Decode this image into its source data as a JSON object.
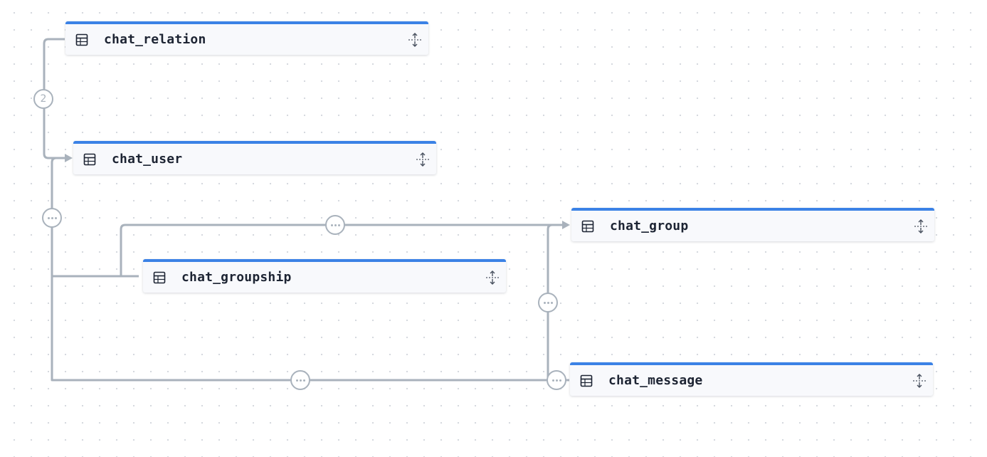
{
  "tables": [
    {
      "id": "chat_relation",
      "name": "chat_relation"
    },
    {
      "id": "chat_user",
      "name": "chat_user"
    },
    {
      "id": "chat_group",
      "name": "chat_group"
    },
    {
      "id": "chat_groupship",
      "name": "chat_groupship"
    },
    {
      "id": "chat_message",
      "name": "chat_message"
    }
  ],
  "edges": [
    {
      "from": "chat_relation",
      "to": "chat_user",
      "badge": "2"
    },
    {
      "from": "chat_groupship",
      "to": "chat_user",
      "badge": "..."
    },
    {
      "from": "chat_groupship",
      "to": "chat_group",
      "badge": "..."
    },
    {
      "from": "chat_message",
      "to": "chat_group",
      "badge": "..."
    },
    {
      "from": "chat_message",
      "to": "chat_user",
      "badge": "..."
    },
    {
      "from": "chat_message",
      "to": "chat_group",
      "badge": "..."
    }
  ],
  "colors": {
    "table_accent": "#3b82e6",
    "edge": "#a9b2bc",
    "table_bg": "#f8f9fc",
    "table_text": "#1d2433"
  },
  "icons": {
    "table": "table-grid-icon",
    "expand": "expand-vertical-icon",
    "badge": "more-dots-icon"
  }
}
